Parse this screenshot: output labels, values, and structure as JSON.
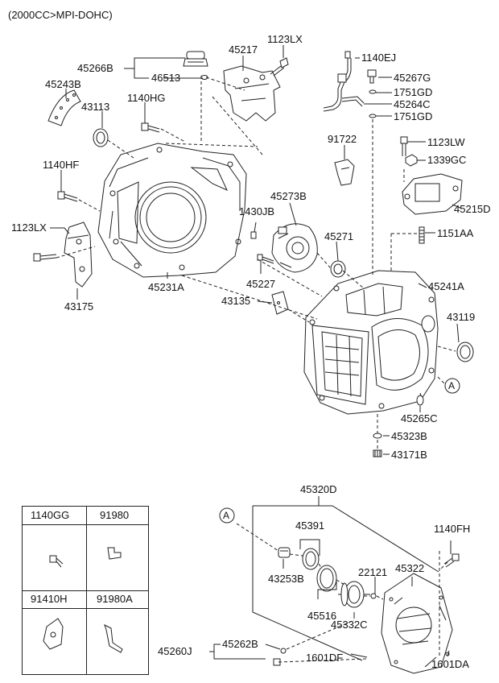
{
  "header": {
    "caption": "(2000CC>MPI-DOHC)"
  },
  "callouts": {
    "p45266B": "45266B",
    "p46513": "46513",
    "p45217": "45217",
    "p1123LX_top": "1123LX",
    "p1140EJ": "1140EJ",
    "p45267G": "45267G",
    "p1751GD_a": "1751GD",
    "p45264C": "45264C",
    "p1751GD_b": "1751GD",
    "p45243B": "45243B",
    "p43113": "43113",
    "p1140HG": "1140HG",
    "p91722": "91722",
    "p1123LW": "1123LW",
    "p1339GC": "1339GC",
    "p45215D": "45215D",
    "p1140HF": "1140HF",
    "p45273B": "45273B",
    "p1430JB": "1430JB",
    "p45271": "45271",
    "p1151AA": "1151AA",
    "p1123LX_left": "1123LX",
    "p45231A": "45231A",
    "p45227": "45227",
    "p45241A": "45241A",
    "p43135": "43135",
    "p43175": "43175",
    "p43119": "43119",
    "ref_A_main": "A",
    "p45265C": "45265C",
    "p45323B": "45323B",
    "p43171B": "43171B",
    "p45320D": "45320D",
    "ref_A_inset": "A",
    "p45391": "45391",
    "p1140FH": "1140FH",
    "p43253B": "43253B",
    "p22121": "22121",
    "p45322": "45322",
    "p45516": "45516",
    "p45332C": "45332C",
    "p45260J": "45260J",
    "p45262B": "45262B",
    "p1601DF": "1601DF",
    "p1601DA": "1601DA"
  },
  "legend": {
    "cells": [
      {
        "code": "1140GG",
        "icon": "bolt-icon"
      },
      {
        "code": "91980",
        "icon": "bracket-clip-icon"
      },
      {
        "code": "91410H",
        "icon": "mount-bracket-icon"
      },
      {
        "code": "91980A",
        "icon": "bent-clip-icon"
      }
    ]
  },
  "colors": {
    "line": "#222222",
    "fill": "#ffffff",
    "hatch": "#555555",
    "text": "#111111"
  }
}
